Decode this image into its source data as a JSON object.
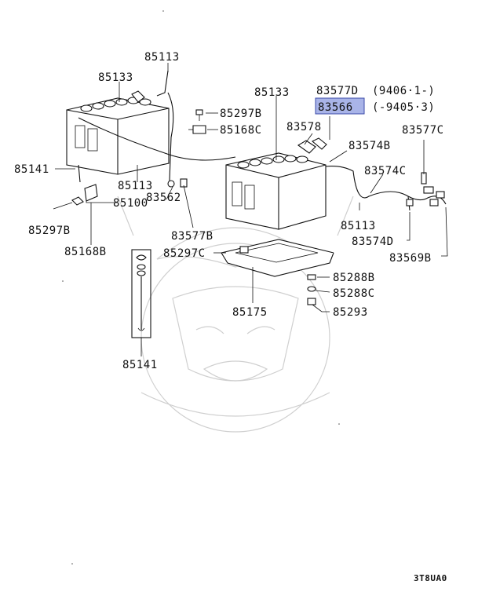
{
  "labels": {
    "l85113a": "85113",
    "l85133a": "85133",
    "l85297b_top": "85297B",
    "l85168c": "85168C",
    "l85141_left": "85141",
    "l85113b": "85113",
    "l85100": "85100",
    "l85297b_left": "85297B",
    "l85168b": "85168B",
    "l83562": "83562",
    "l83577b": "83577B",
    "l85297c": "85297C",
    "l85133b": "85133",
    "l83577d": "83577D",
    "l83577d_note": "(9406·1-)",
    "l83566": "83566",
    "l83566_note": "(-9405·3)",
    "l83578": "83578",
    "l83574b": "83574B",
    "l83577c": "83577C",
    "l83574c": "83574C",
    "l85113c": "85113",
    "l83574d": "83574D",
    "l83569b": "83569B",
    "l85288b": "85288B",
    "l85288c": "85288C",
    "l85293": "85293",
    "l85175": "85175",
    "l85141_bottom": "85141",
    "code": "3T8UA0"
  },
  "colors": {
    "highlight": "#a9b4e8",
    "watermark": "#cfcfcf"
  }
}
